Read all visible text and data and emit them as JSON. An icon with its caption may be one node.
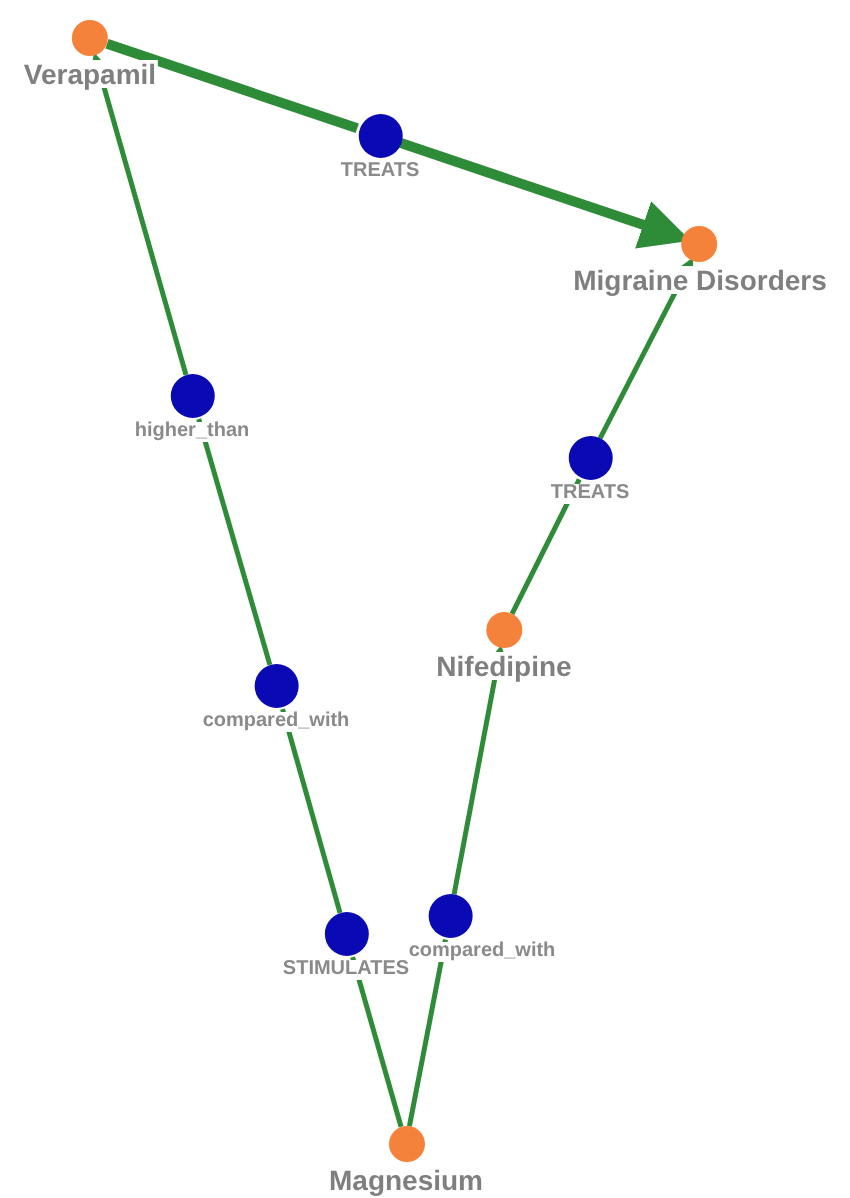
{
  "diagram": {
    "nodes": [
      {
        "text": [
          "Verapamil"
        ]
      },
      {
        "text": [
          "TREATS"
        ]
      },
      {
        "text": [
          "Migraine Disorders"
        ]
      },
      {
        "text": [
          "higher_than"
        ]
      },
      {
        "text": [
          "TREATS"
        ]
      },
      {
        "text": [
          "Nifedipine"
        ]
      },
      {
        "text": [
          "compared_with"
        ]
      },
      {
        "text": [
          "STIMULATES"
        ]
      },
      {
        "text": [
          "compared_with"
        ]
      },
      {
        "text": [
          "Magnesium"
        ]
      }
    ],
    "edges": [
      {
        "from": 0,
        "to": 1,
        "arrow": "none",
        "style": "thick"
      },
      {
        "from": 1,
        "to": 2,
        "arrow": "to",
        "style": "thick"
      },
      {
        "from": 9,
        "to": 7,
        "arrow": "none"
      },
      {
        "from": 7,
        "to": 6,
        "arrow": "none"
      },
      {
        "from": 6,
        "to": 3,
        "arrow": "none"
      },
      {
        "from": 3,
        "to": 0,
        "arrow": "to"
      },
      {
        "from": 9,
        "to": 8,
        "arrow": "none"
      },
      {
        "from": 8,
        "to": 5,
        "arrow": "to"
      },
      {
        "from": 5,
        "to": 4,
        "arrow": "none"
      },
      {
        "from": 4,
        "to": 2,
        "arrow": "to"
      }
    ]
  }
}
